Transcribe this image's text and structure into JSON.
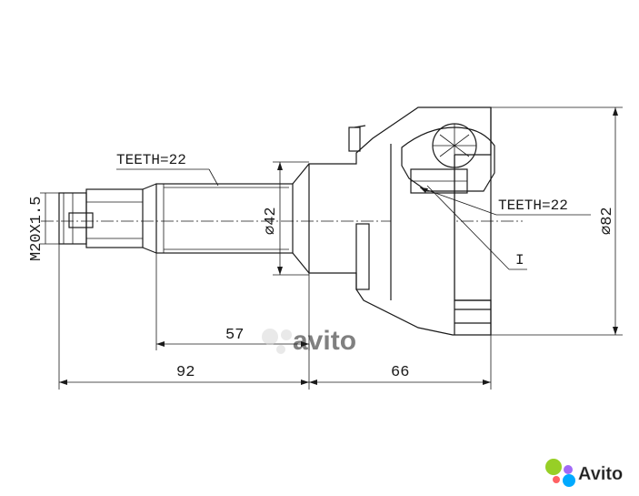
{
  "labels": {
    "teeth_outer": "TEETH=22",
    "teeth_inner": "TEETH=22",
    "thread": "M20X1.5",
    "detail_marker": "I"
  },
  "dimensions": {
    "shaft_diameter": "⌀42",
    "housing_diameter": "⌀82",
    "len_57": "57",
    "len_92": "92",
    "len_66": "66"
  },
  "watermarks": {
    "center_brand": "avito",
    "corner_brand": "Avito"
  },
  "colors": {
    "line": "#1a1a1a",
    "watermark": "#e2e2e2",
    "avito_dot1": "#97cf26",
    "avito_dot2": "#a169f7",
    "avito_dot3": "#ff6163",
    "avito_dot4": "#00aaff"
  }
}
